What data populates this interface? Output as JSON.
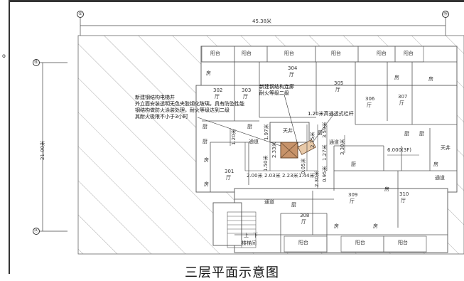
{
  "drawing": {
    "title": "三层平面示意图",
    "overall_width": "45.38米",
    "overall_depth": "21.00米",
    "axes": {
      "left_col": "①",
      "right_col": "⑯",
      "top_row": "Ⓑ",
      "bottom_row": "Ⓐ"
    },
    "notes": {
      "elevator_line1": "新建钢结构电梯井",
      "elevator_line2": "外立面安装透明无色夹胶钢化玻璃，具有防坠性能",
      "elevator_line3": "钢结构做防火涂装处理，耐火等级达到二级",
      "elevator_line4": "其耐火极限不小于3小时",
      "bridge_line1": "新建钢结构连廊",
      "bridge_line2": "耐火等级二级",
      "railing": "1.20米高通透式栏杆"
    },
    "rooms": {
      "balcony": "阳台",
      "r301": "301",
      "r302": "302",
      "r303": "303",
      "r304": "304",
      "r305": "305",
      "r306": "306",
      "r307": "307",
      "r308": "308",
      "r309": "309",
      "r310": "310",
      "hall": "厅",
      "room": "房",
      "kitchen": "厨",
      "corridor": "通道",
      "skywell": "天井",
      "stair": "楼梯间",
      "stair_up": "上",
      "stair_down": "下"
    },
    "dims": {
      "d1": "1.97米",
      "d2": "2.33米",
      "d3": "1.50米",
      "d4": "1.20米",
      "d5": "2.00米",
      "d6": "2.03米",
      "d7": "2.23米",
      "d8": "1.44米",
      "d9": "0.05米",
      "d10": "2.30米",
      "d11": "0.95米",
      "d12": "1.27米",
      "d13": "3.59米",
      "d14": "3.30米",
      "d15": "2.75米",
      "d16": "6.000(3F)"
    },
    "colors": {
      "line": "#555555",
      "hatch": "#9a9a9a",
      "elevator": "#c7936a"
    }
  }
}
